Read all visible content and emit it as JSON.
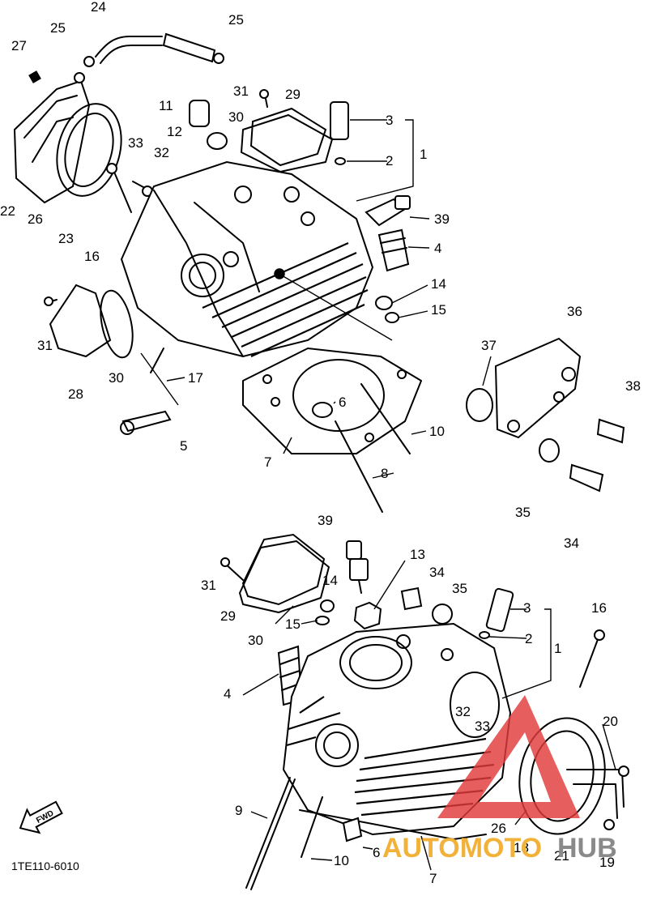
{
  "diagram_code": "1TE110-6010",
  "direction_badge": "FWD",
  "watermark": {
    "text_a": "AUTOMOTO",
    "text_b": "HUB",
    "color_a": "#f2b23a",
    "color_b": "#8a8a8a",
    "triangle_color": "#e23b3b"
  },
  "callouts_upper": [
    {
      "num": "24"
    },
    {
      "num": "25"
    },
    {
      "num": "25"
    },
    {
      "num": "27"
    },
    {
      "num": "31"
    },
    {
      "num": "29"
    },
    {
      "num": "3"
    },
    {
      "num": "1"
    },
    {
      "num": "11"
    },
    {
      "num": "12"
    },
    {
      "num": "30"
    },
    {
      "num": "2"
    },
    {
      "num": "33"
    },
    {
      "num": "32"
    },
    {
      "num": "22"
    },
    {
      "num": "26"
    },
    {
      "num": "23"
    },
    {
      "num": "16"
    },
    {
      "num": "39"
    },
    {
      "num": "4"
    },
    {
      "num": "14"
    },
    {
      "num": "15"
    },
    {
      "num": "31"
    },
    {
      "num": "30"
    },
    {
      "num": "28"
    },
    {
      "num": "17"
    },
    {
      "num": "5"
    },
    {
      "num": "6"
    },
    {
      "num": "7"
    },
    {
      "num": "8"
    },
    {
      "num": "10"
    },
    {
      "num": "37"
    },
    {
      "num": "36"
    },
    {
      "num": "38"
    },
    {
      "num": "35"
    },
    {
      "num": "34"
    }
  ],
  "callouts_lower": [
    {
      "num": "39"
    },
    {
      "num": "13"
    },
    {
      "num": "31"
    },
    {
      "num": "29"
    },
    {
      "num": "14"
    },
    {
      "num": "34"
    },
    {
      "num": "35"
    },
    {
      "num": "3"
    },
    {
      "num": "16"
    },
    {
      "num": "15"
    },
    {
      "num": "30"
    },
    {
      "num": "2"
    },
    {
      "num": "1"
    },
    {
      "num": "4"
    },
    {
      "num": "32"
    },
    {
      "num": "33"
    },
    {
      "num": "20"
    },
    {
      "num": "9"
    },
    {
      "num": "26"
    },
    {
      "num": "18"
    },
    {
      "num": "21"
    },
    {
      "num": "19"
    },
    {
      "num": "10"
    },
    {
      "num": "6"
    },
    {
      "num": "7"
    }
  ]
}
